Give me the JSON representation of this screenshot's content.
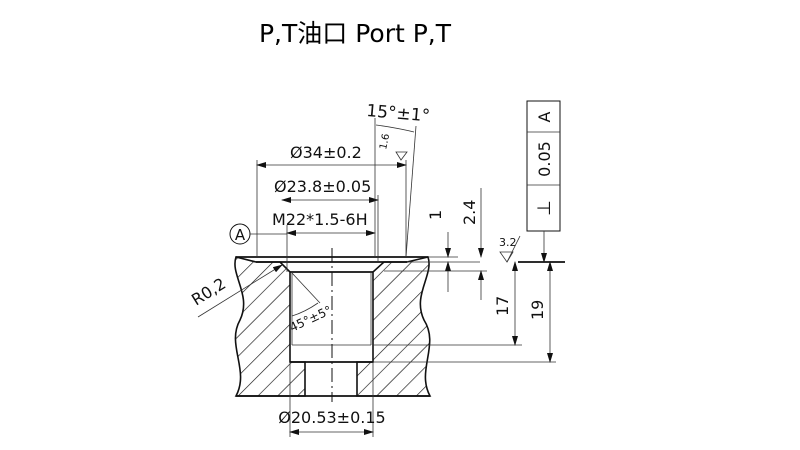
{
  "title": "P,T油口 Port P,T",
  "dimensions": {
    "outer_diameter": "Ø34±0.2",
    "counterbore_diameter": "Ø23.8±0.05",
    "thread": "M22*1.5-6H",
    "bottom_diameter": "Ø20.53±0.15",
    "angle_top": "15°±1°",
    "chamfer_angle": "45°±5°",
    "radius": "R0,2",
    "depth_1": "1",
    "depth_2": "2.4",
    "depth_thread": "17",
    "depth_total": "19"
  },
  "datum": {
    "label": "A"
  },
  "roughness": {
    "top": "1.6",
    "surface": "3.2"
  },
  "tolerance_frame": {
    "symbol": "⊥",
    "value": "0.05",
    "datum": "A"
  }
}
